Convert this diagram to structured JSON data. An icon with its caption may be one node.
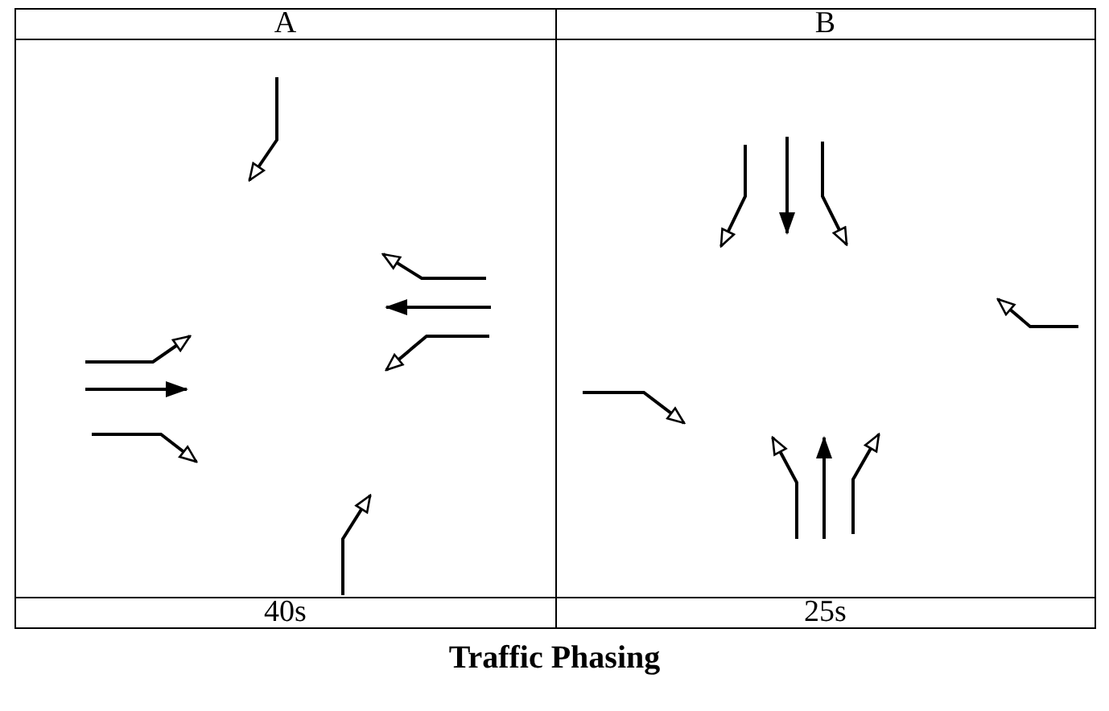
{
  "diagram": {
    "caption": "Traffic Phasing",
    "labels": [
      "A",
      "B",
      "40s",
      "25s"
    ]
  }
}
